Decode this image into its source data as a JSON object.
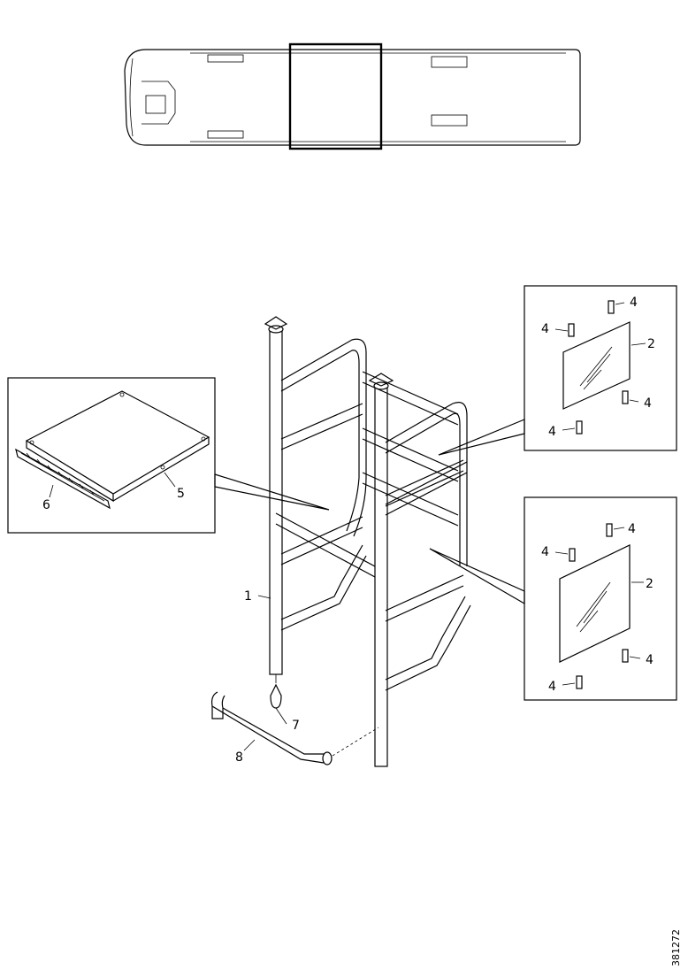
{
  "callouts": {
    "c1": "1",
    "c2a": "2",
    "c2b": "2",
    "c4a": "4",
    "c4b": "4",
    "c4c": "4",
    "c4d": "4",
    "c4e": "4",
    "c4f": "4",
    "c4g": "4",
    "c4h": "4",
    "c5": "5",
    "c6": "6",
    "c7": "7",
    "c8": "8"
  },
  "drawing_number": "381272"
}
